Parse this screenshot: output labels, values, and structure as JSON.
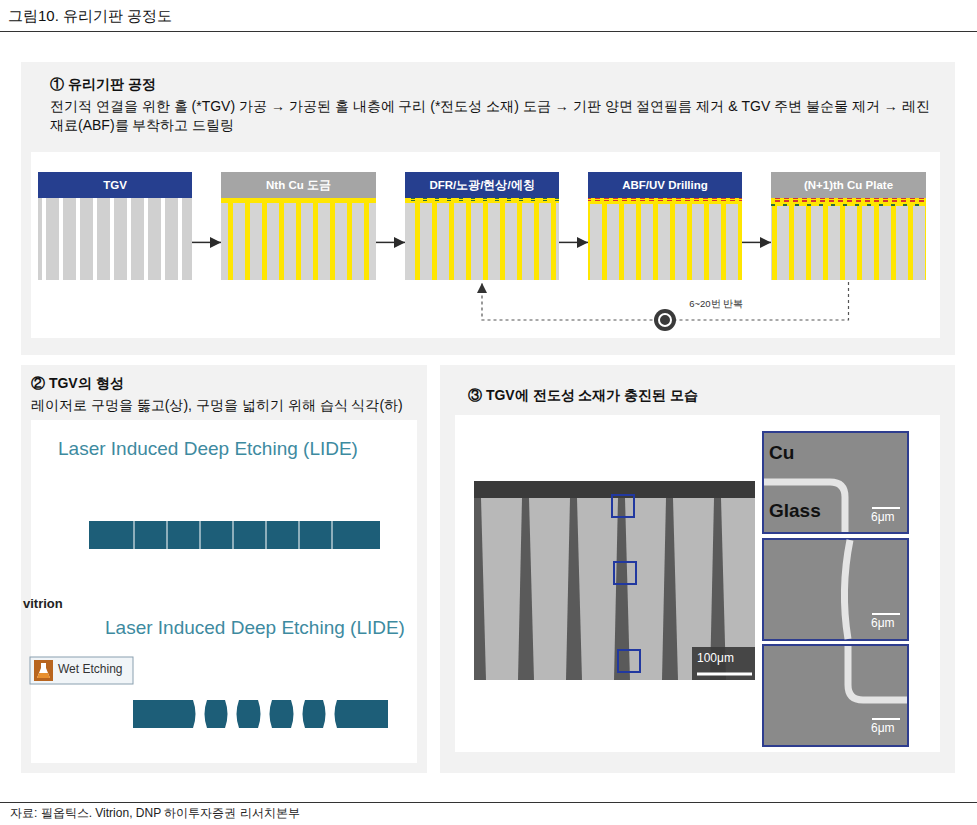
{
  "diagram": {
    "title": "그림10. 유리기판 공정도",
    "caption": "자료: 필옵틱스. Vitrion, DNP 하이투자증권 리서치본부",
    "nodes": [
      {
        "text": [
          "① 유리기판 공정",
          "전기적 연결을 위한 홀 (*TGV) 가공 → 가공된 홀 내층에 구리 (*전도성 소재) 도금 → 기판 양면 절연필름 제거 & TGV 주변 불순물 제거 → 레진재료(ABF)를 부착하고 드릴링"
        ]
      },
      {
        "text": [
          "TGV"
        ],
        "in": 0
      },
      {
        "text": [
          "Nth Cu 도금"
        ],
        "in": 0
      },
      {
        "text": [
          "DFR/노광/현상/에칭"
        ],
        "in": 0
      },
      {
        "text": [
          "ABF/UV Drilling"
        ],
        "in": 0
      },
      {
        "text": [
          "(N+1)th Cu Plate"
        ],
        "in": 0
      },
      {
        "text": [
          "② TGV의 형성",
          "레이저로 구멍을 뚫고(상), 구멍을 넓히기 위해 습식 식각(하)"
        ]
      },
      {
        "text": [
          "③ TGV에 전도성 소재가 충진된 모습"
        ]
      }
    ],
    "edges": [
      {
        "from": 1,
        "to": 2,
        "arrow": "to"
      },
      {
        "from": 2,
        "to": 3,
        "arrow": "to"
      },
      {
        "from": 3,
        "to": 4,
        "arrow": "to"
      },
      {
        "from": 4,
        "to": 5,
        "arrow": "to"
      },
      {
        "from": 5,
        "to": 3,
        "label": "6~20번 반복",
        "arrow": "to"
      }
    ],
    "labels": [
      "Laser Induced Deep Etching (LIDE)",
      "vitrion",
      "Laser Induced Deep Etching (LIDE)",
      "Wet Etching",
      "100μm",
      "Cu",
      "Glass",
      "6μm",
      "6μm",
      "6μm"
    ]
  }
}
